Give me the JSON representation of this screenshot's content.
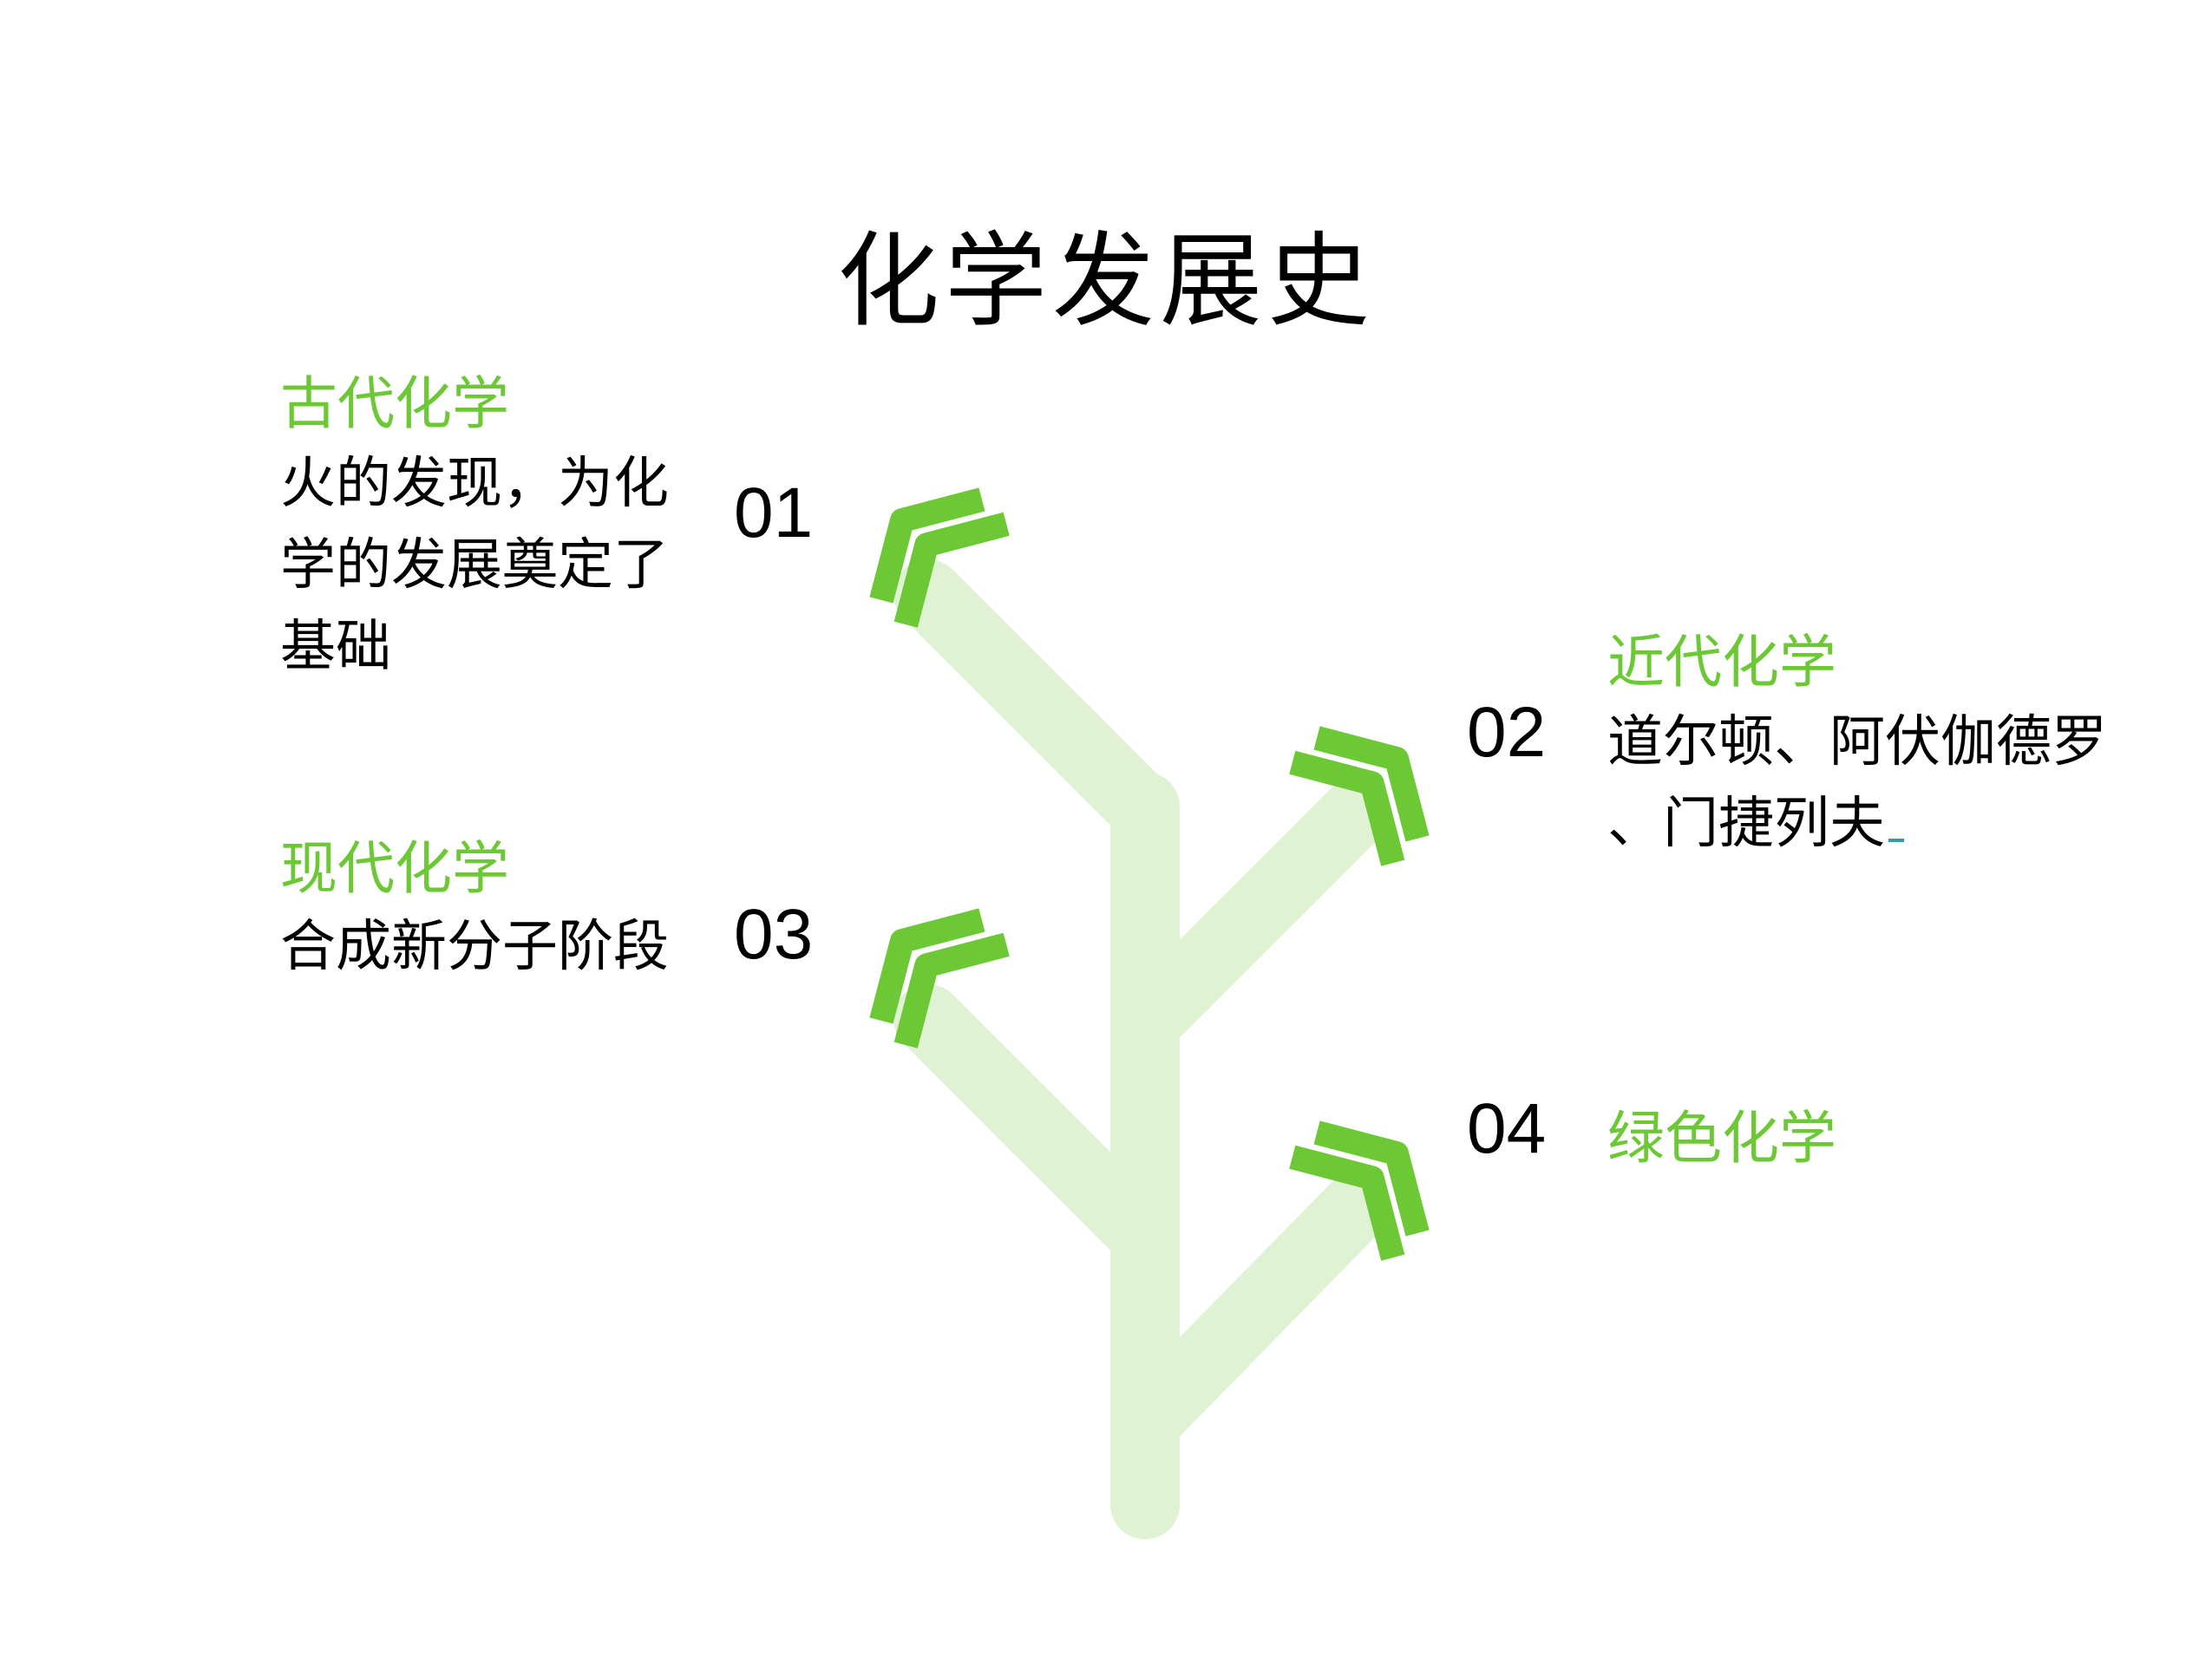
{
  "title": "化学发展史",
  "colors": {
    "accent": "#6dc836",
    "branch": "#dff2d4",
    "text": "#000000"
  },
  "stages": [
    {
      "number": "01",
      "heading": "古代化学",
      "description": "火的发现，为化\n学的发展奠定了\n基础"
    },
    {
      "number": "02",
      "heading": "近代化学",
      "description": "道尔顿、阿伏伽德罗\n、门捷列夫"
    },
    {
      "number": "03",
      "heading": "现代化学",
      "description": "合成新分子阶段"
    },
    {
      "number": "04",
      "heading": "绿色化学",
      "description": ""
    }
  ]
}
